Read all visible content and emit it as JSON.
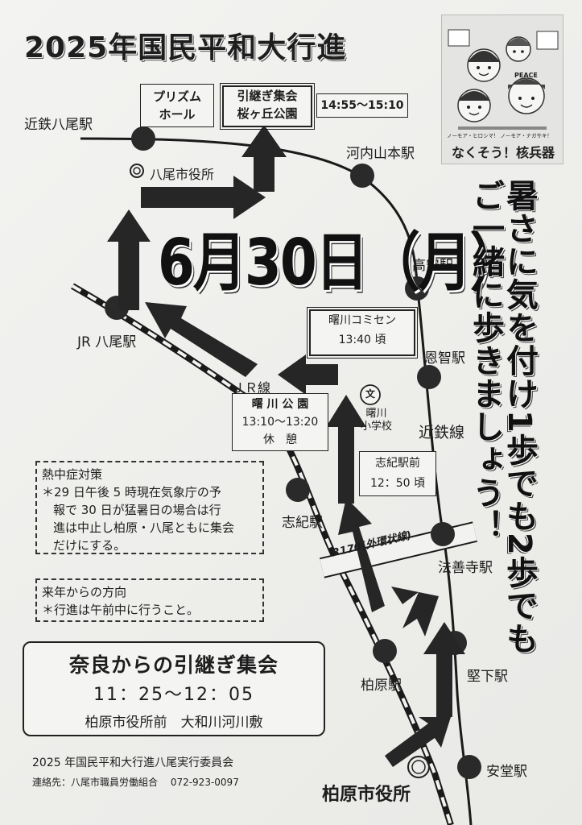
{
  "title": "2025年国民平和大行進",
  "date": "6月30日（月）",
  "slogan_lines": [
    "暑さに気を付け1歩でも2歩でも",
    "ご一緒に歩きましょう！"
  ],
  "stations": {
    "kintetsu_yao": "近鉄八尾駅",
    "kawachiyamamoto": "河内山本駅",
    "takayasu": "高安駅",
    "onji": "恩智駅",
    "jr_yao": "JR 八尾駅",
    "shiki": "志紀駅",
    "hozenji": "法善寺駅",
    "kashiwara": "柏原駅",
    "katashimo": "堅下駅",
    "ando": "安堂駅"
  },
  "lines": {
    "jr": "ＪＲ線",
    "kintetsu": "近鉄線"
  },
  "places": {
    "yao_city_hall": "八尾市役所",
    "prism_hall_line1": "プリズム",
    "prism_hall_line2": "ホール",
    "school_symbol": "文",
    "school_line1": "曙川",
    "school_line2": "小学校",
    "road_label": "R170(外環状線)",
    "kashiwara_city_hall": "柏原市役所"
  },
  "stops": {
    "goal_line1": "引継ぎ集会",
    "goal_line2": "桜ヶ丘公園",
    "goal_time": "14:55～15:10",
    "comisen_name": "曙川コミセン",
    "comisen_time": "13:40 頃",
    "park_name": "曙 川 公 園",
    "park_time": "13:10～13:20",
    "park_note": "休　憩",
    "shiki_mae_name": "志紀駅前",
    "shiki_mae_time": "12：50 頃"
  },
  "heat_box": {
    "heading": "熱中症対策",
    "lines": [
      "＊29 日午後 5 時現在気象庁の予",
      "報で 30 日が猛暑日の場合は行",
      "進は中止し柏原・八尾ともに集会",
      "だけにする。"
    ]
  },
  "next_year_box": {
    "heading": "来年からの方向",
    "line": "＊行進は午前中に行うこと。"
  },
  "main_event": {
    "heading": "奈良からの引継ぎ集会",
    "time": "11：25～12：05",
    "place": "柏原市役所前　大和川河川敷"
  },
  "footer": {
    "org": "2025 年国民平和大行進八尾実行委員会",
    "contact": "連絡先：八尾市職員労働組合　 072-923-0097"
  },
  "poster": {
    "bottom_small": "ノーモア・ヒロシマ！ ノーモア・ナガサキ！",
    "bottom_big": "なくそう！核兵器",
    "cap_text": "PEACE"
  },
  "colors": {
    "ink": "#1e1e1e",
    "paper": "#efefed",
    "poster_bg": "#e4e4e2"
  }
}
